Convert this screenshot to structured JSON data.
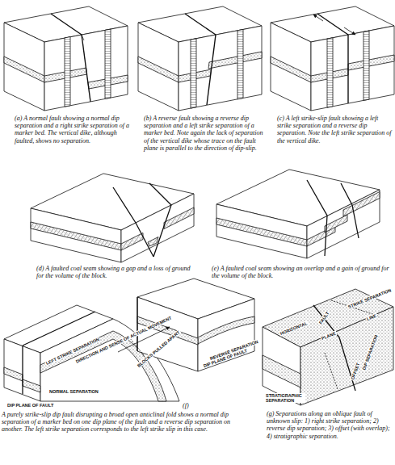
{
  "diagram": {
    "labels": [
      "(a) A normal fault showing a normal dip separation and a right strike separation of a marker bed. The vertical dike, although faulted, shows no separation.",
      "(b) A reverse fault showing a reverse dip separation and a left strike separation of a marker bed. Note again the lack of separation of the vertical dike whose trace on the fault plane is parallel to the direction of dip-slip.",
      "(c) A left strike-slip fault showing a left strike separation and a reverse dip separation. Note the left strike separation of the vertical dike.",
      "(d) A faulted coal seam showing a gap and a loss of ground for the volume of the block.",
      "(e) A faulted coal seam showing an overlap and a gain of ground for the volume of the block.",
      "DIRECTION AND SENSE OF ACTUAL MOVEMENT",
      "REVERSE SEPARATION",
      "DIP PLANE OF FAULT",
      "BLOCKS PULLED APART",
      "LEFT STRIKE SEPARATION",
      "NORMAL SEPARATION",
      "DIP PLANE OF FAULT",
      "(f)",
      "A purely strike-slip dip fault disrupting a broad open anticlinal fold shows a normal dip separation of a marker bed on one dip plane of the fault and a reverse dip separation on another. The left strike separation corresponds to the left strike slip in this case.",
      "LINE",
      "STRIKE SEPARATION",
      "FAULT",
      "PLANE",
      "HORIZONTAL",
      "STRATIGRAPHIC SEPARATION",
      "OFFSET",
      "DIP SEPARATION",
      "(g) Separations along an oblique fault of unknown slip: 1) right strike separation; 2) reverse dip separation; 3) offset (with overlap); 4) stratigraphic separation."
    ]
  }
}
